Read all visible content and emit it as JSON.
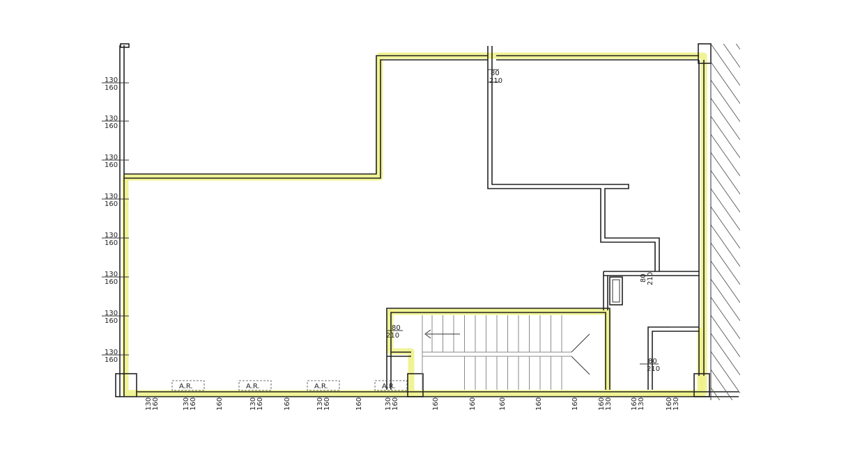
{
  "window_labels": {
    "top": "130",
    "bottom": "160"
  },
  "ar_label": "A.R.",
  "doors": [
    {
      "top": "80",
      "bottom": "210"
    },
    {
      "top": "80",
      "bottom": "210"
    },
    {
      "top": "80",
      "bottom": "210"
    },
    {
      "top": "80",
      "bottom": "210"
    }
  ],
  "colors": {
    "highlight": "#eef28a",
    "wall": "#222222"
  }
}
